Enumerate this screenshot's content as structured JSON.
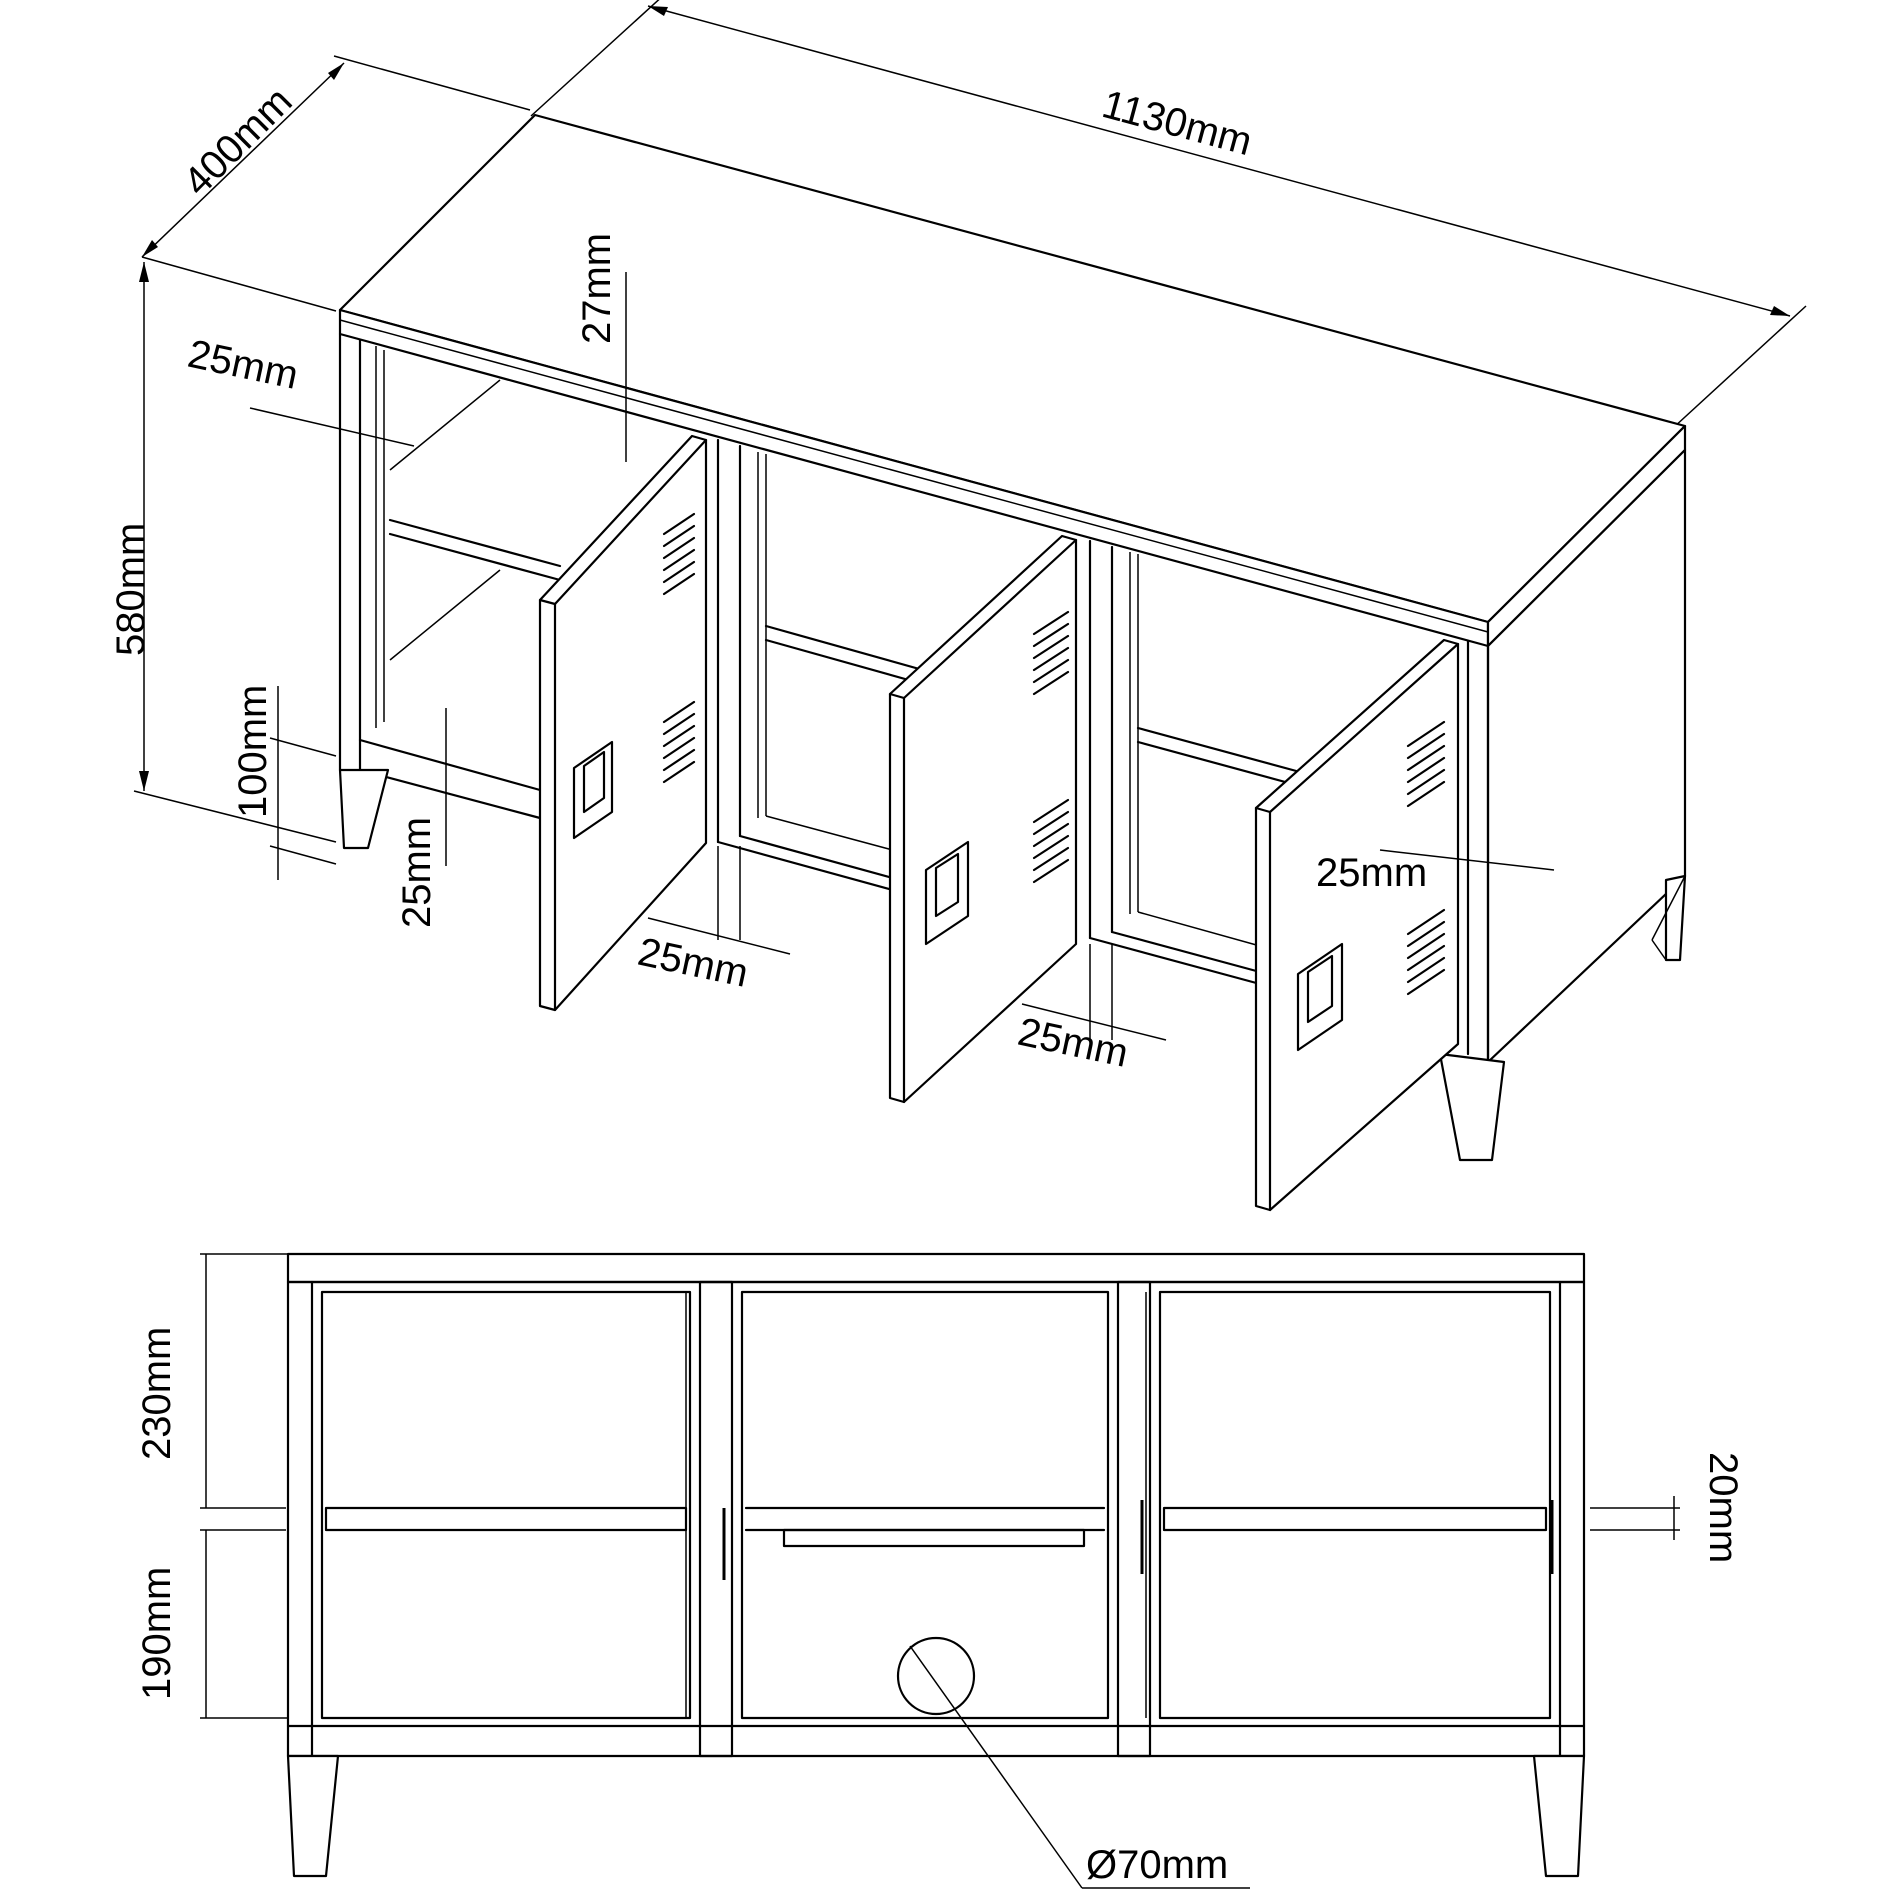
{
  "iso_dimensions": {
    "width": "1130mm",
    "depth": "400mm",
    "height": "580mm",
    "top_thickness": "27mm",
    "side_panel": "25mm",
    "leg_height": "100mm",
    "bottom_rail": "25mm",
    "divider_1": "25mm",
    "divider_2": "25mm",
    "right_panel": "25mm"
  },
  "front_dimensions": {
    "upper_compartment": "230mm",
    "lower_compartment": "190mm",
    "shelf_thickness": "20mm",
    "cable_hole": "Ø70mm"
  }
}
